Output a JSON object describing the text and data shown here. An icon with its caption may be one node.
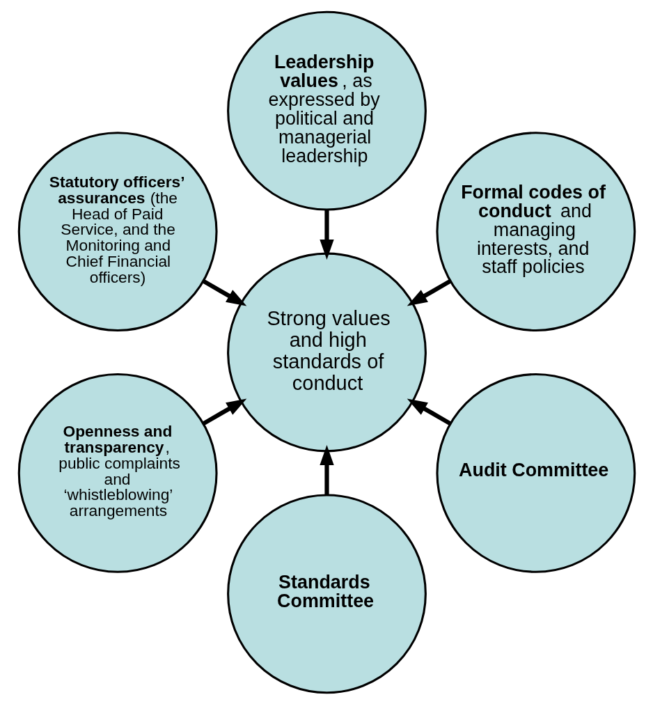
{
  "diagram": {
    "nodes": [
      {
        "text": [
          "Strong values and high standards of conduct"
        ]
      },
      {
        "text": [
          "**Leadership values**, as expressed by political and managerial leadership"
        ]
      },
      {
        "text": [
          "**Formal codes of conduct** and managing interests, and staff policies"
        ]
      },
      {
        "text": [
          "**Audit Committee**"
        ]
      },
      {
        "text": [
          "**Standards Committee**"
        ]
      },
      {
        "text": [
          "**Openness and transparency**, public complaints and ‘whistleblowing’ arrangements"
        ]
      },
      {
        "text": [
          "**Statutory officers’ assurances** (the Head of Paid Service, and the Monitoring and Chief Financial officers)"
        ]
      }
    ],
    "edges": [
      {
        "from": 1,
        "to": 0,
        "arrow": "to"
      },
      {
        "from": 2,
        "to": 0,
        "arrow": "to"
      },
      {
        "from": 3,
        "to": 0,
        "arrow": "to"
      },
      {
        "from": 4,
        "to": 0,
        "arrow": "to"
      },
      {
        "from": 5,
        "to": 0,
        "arrow": "to"
      },
      {
        "from": 6,
        "to": 0,
        "arrow": "to"
      }
    ]
  }
}
